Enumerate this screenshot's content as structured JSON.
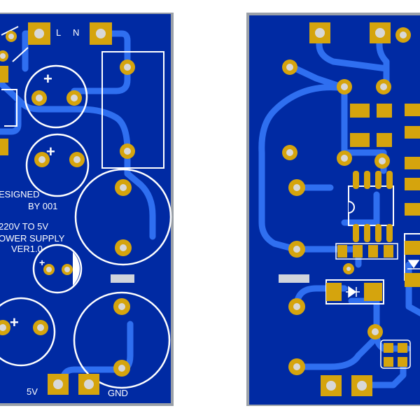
{
  "colors": {
    "board": "#002aa3",
    "board_edge": "#9aa0a8",
    "trace": "#2f6ff0",
    "pad": "#d5a40d",
    "pad_hole": "#d8d8d8",
    "silkscreen": "#ffffff"
  },
  "top_view": {
    "connector_labels": {
      "live": "L",
      "neutral": "N"
    },
    "designer_lines": [
      "ESIGNED",
      "BY 001"
    ],
    "description_lines": [
      "220V TO 5V",
      "OWER SUPPLY",
      "VER1.0"
    ],
    "polarity_mark": "+",
    "output_labels": {
      "positive": "5V",
      "ground": "GND"
    }
  },
  "bottom_view": {
    "diode_symbol": "diode-icon"
  }
}
